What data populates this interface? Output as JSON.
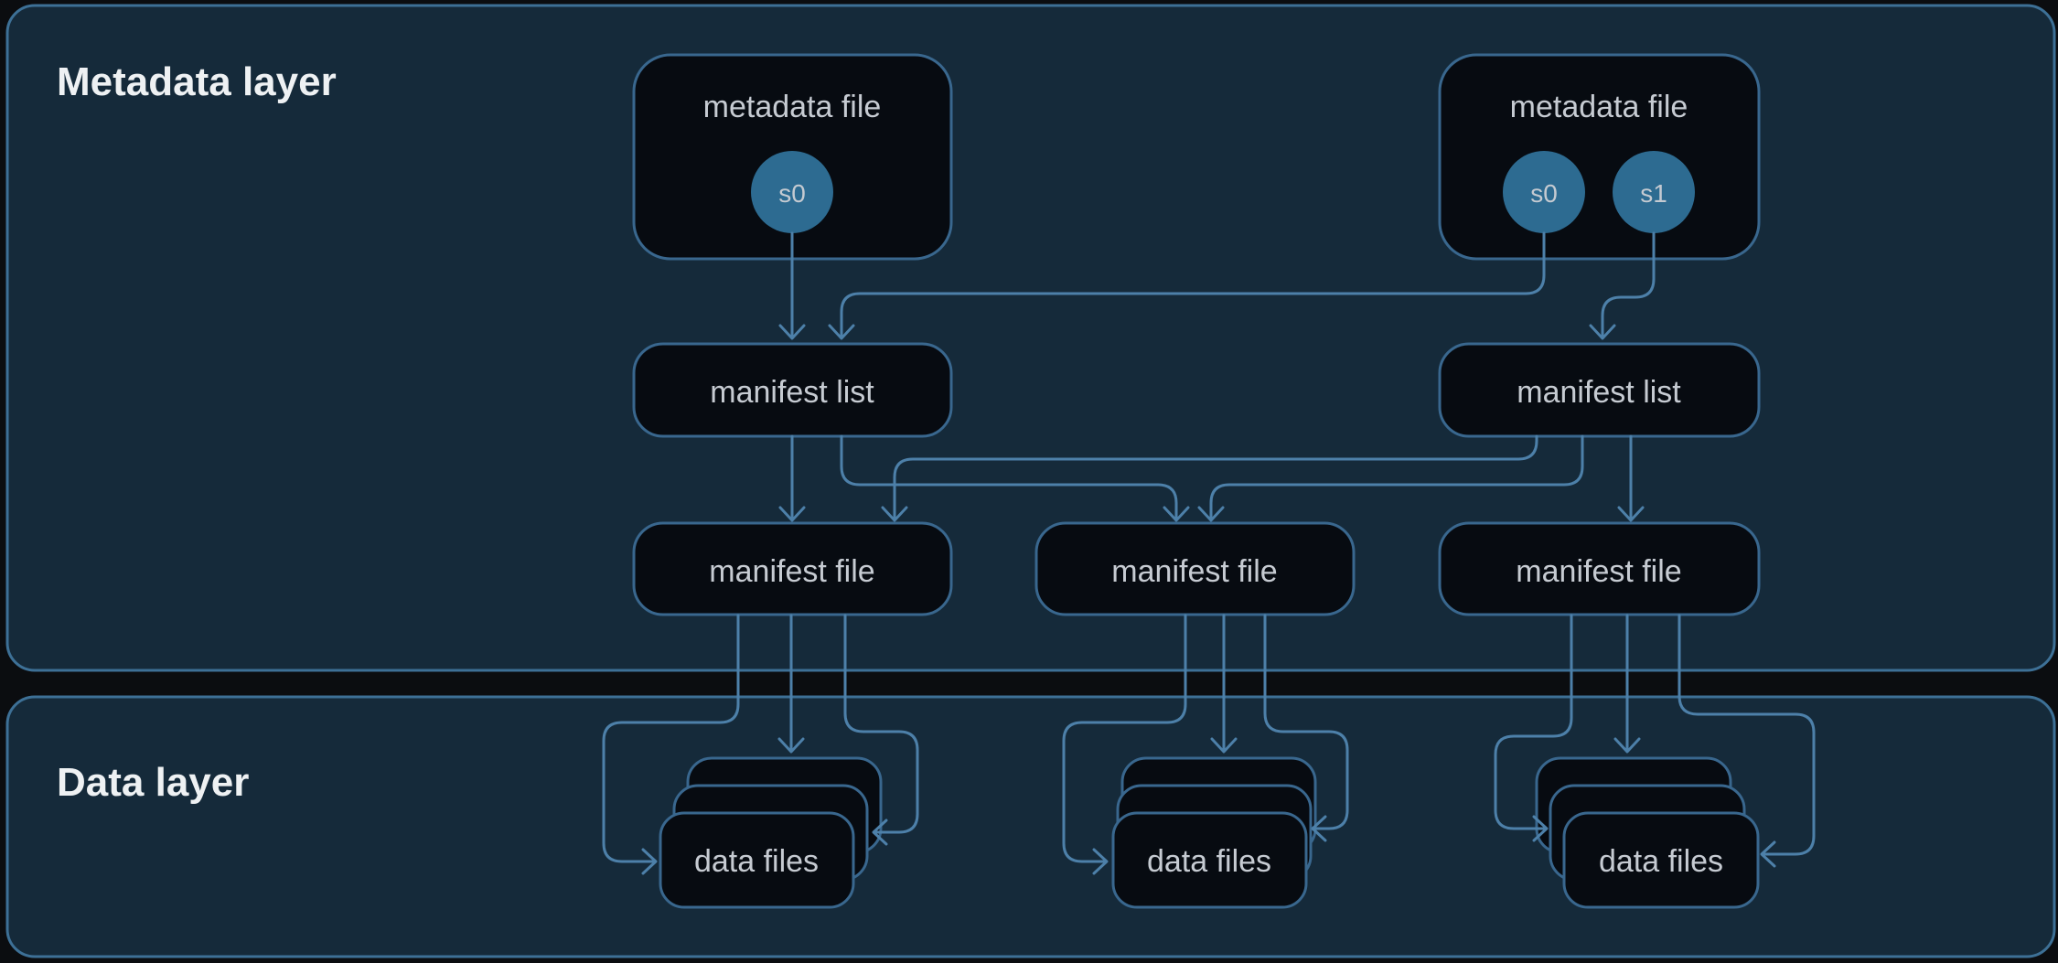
{
  "diagram": {
    "layers": {
      "metadata": {
        "label": "Metadata layer"
      },
      "data": {
        "label": "Data layer"
      }
    },
    "nodes": {
      "metadata_file_left": {
        "label": "metadata file"
      },
      "metadata_file_right": {
        "label": "metadata file"
      },
      "manifest_list_left": {
        "label": "manifest list"
      },
      "manifest_list_right": {
        "label": "manifest list"
      },
      "manifest_file_left": {
        "label": "manifest file"
      },
      "manifest_file_center": {
        "label": "manifest file"
      },
      "manifest_file_right": {
        "label": "manifest file"
      },
      "data_files_left": {
        "label": "data files"
      },
      "data_files_center": {
        "label": "data files"
      },
      "data_files_right": {
        "label": "data files"
      }
    },
    "snapshots": {
      "left_s0": {
        "label": "s0"
      },
      "right_s0": {
        "label": "s0"
      },
      "right_s1": {
        "label": "s1"
      }
    },
    "colors": {
      "background": "#0b0d10",
      "layer_fill": "#152a3a",
      "layer_stroke": "#3d7096",
      "node_fill": "#070b11",
      "node_stroke": "#39678e",
      "edge_stroke": "#4d80a9",
      "snapshot_fill": "#2d6b91",
      "title_text": "#eef1f3",
      "node_text": "#c6cbd2",
      "snapshot_text": "#c4cad1"
    }
  }
}
